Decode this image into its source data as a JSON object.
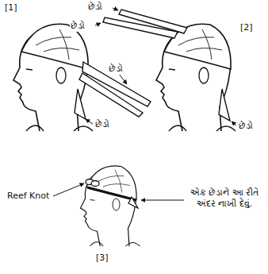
{
  "diagram": {
    "labels": [
      "[1]",
      "[2]",
      "[3]",
      "છેડો",
      "છેડો",
      "છેડો",
      "છેડો",
      "છેડો",
      "Reef Knot",
      "એક છેડાને આ રીતે અંદર નાખી દેવું."
    ]
  }
}
